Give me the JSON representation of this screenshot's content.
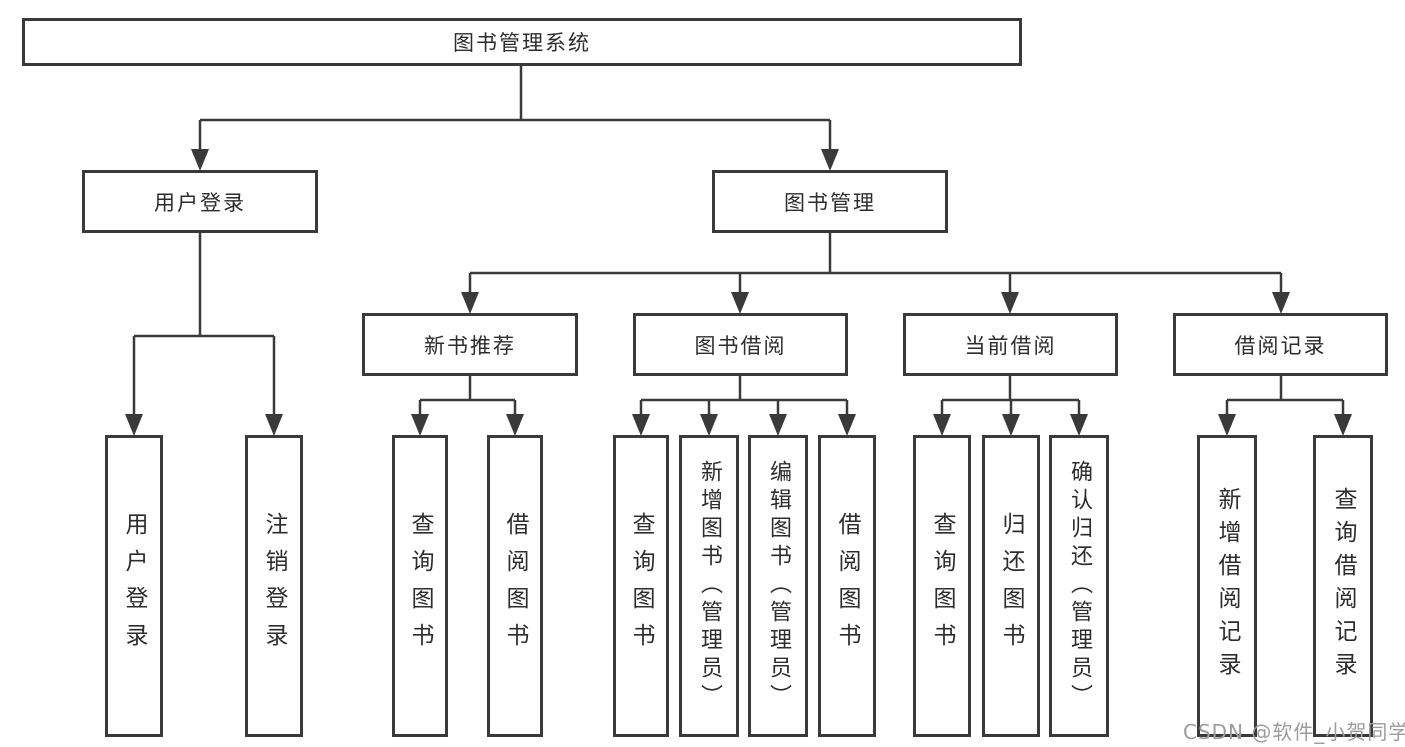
{
  "tree": {
    "root": "图书管理系统",
    "level2": {
      "login": "用户登录",
      "management": "图书管理"
    },
    "level3": {
      "new_books": "新书推荐",
      "borrowing": "图书借阅",
      "current": "当前借阅",
      "records": "借阅记录"
    },
    "leaves": {
      "login": [
        "用户登录",
        "注销登录"
      ],
      "new_books": [
        "查询图书",
        "借阅图书"
      ],
      "borrowing": [
        "查询图书",
        "新增图书（管理员）",
        "编辑图书（管理员）",
        "借阅图书"
      ],
      "current": [
        "查询图书",
        "归还图书",
        "确认归还（管理员）"
      ],
      "records": [
        "新增借阅记录",
        "查询借阅记录"
      ]
    }
  },
  "watermark": "CSDN @软件_小贺同学",
  "colors": {
    "line": "#3a3a3a",
    "box_border": "#3a3a3a",
    "text": "#2d2d2d",
    "watermark": "#9c9c9c",
    "background": "#ffffff"
  }
}
